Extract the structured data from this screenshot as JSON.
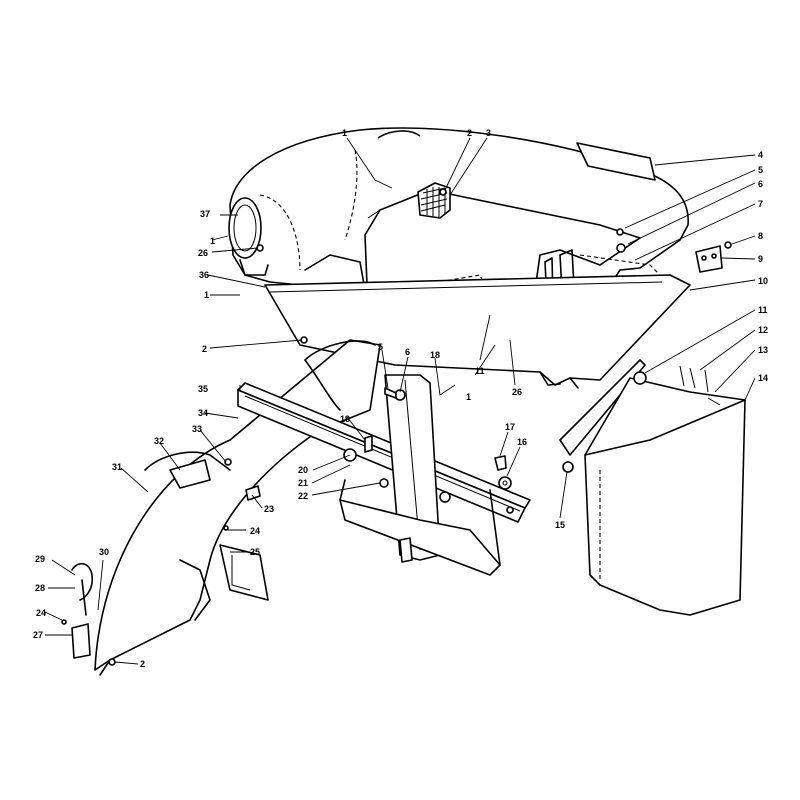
{
  "diagram": {
    "callouts": [
      "1",
      "2",
      "3",
      "4",
      "5",
      "6",
      "7",
      "8",
      "9",
      "10",
      "11",
      "12",
      "13",
      "14",
      "15",
      "16",
      "17",
      "18",
      "19",
      "20",
      "21",
      "22",
      "23",
      "24",
      "25",
      "26",
      "27",
      "28",
      "29",
      "30",
      "31",
      "32",
      "33",
      "34",
      "35",
      "36",
      "37"
    ],
    "repeated_labels": {
      "one": "1",
      "two": "2",
      "five": "5",
      "eleven": "11",
      "twentyfour": "24",
      "twentysix": "26"
    }
  }
}
